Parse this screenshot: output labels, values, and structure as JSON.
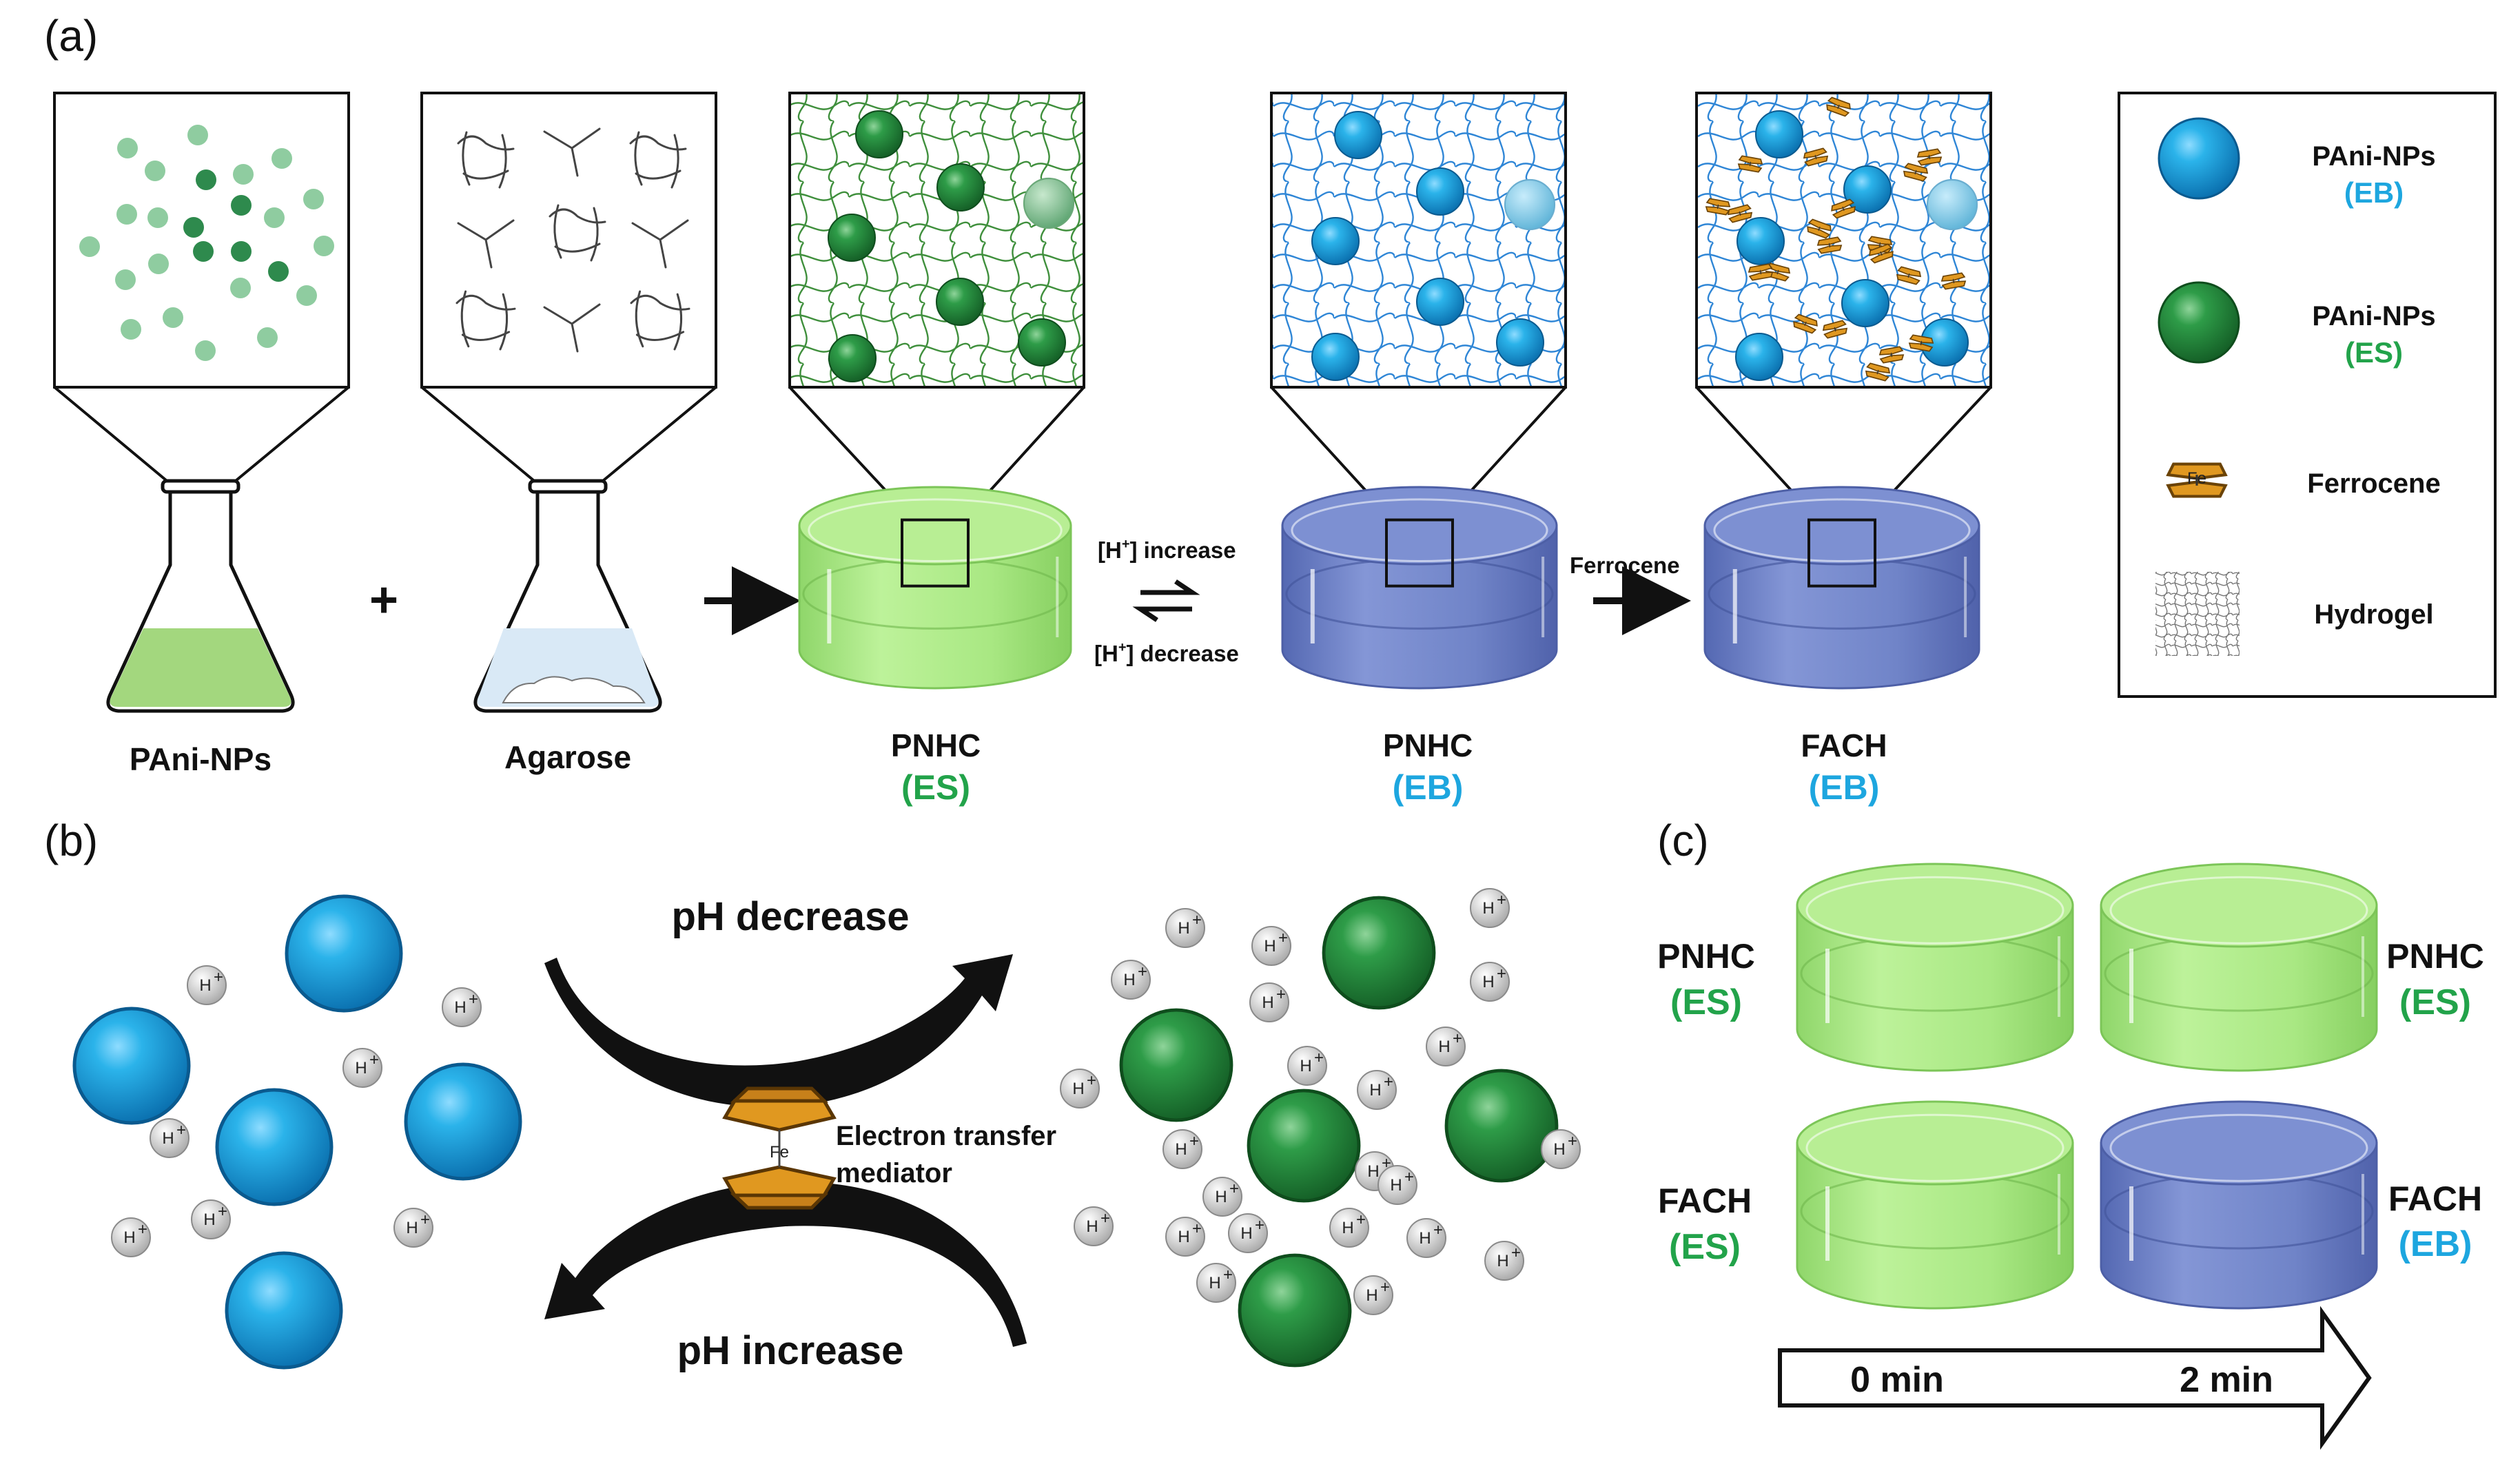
{
  "panels": {
    "a": "(a)",
    "b": "(b)",
    "c": "(c)"
  },
  "colors": {
    "eb": "#1da6df",
    "es": "#22a34a",
    "es_gel": "#a6e87c",
    "eb_gel": "#6f82c6",
    "ferrocene": "#e09820"
  },
  "panel_a": {
    "pani_label": "PAni-NPs",
    "agarose_label": "Agarose",
    "plus": "+",
    "pnhc_es": {
      "title": "PNHC",
      "state": "(ES)"
    },
    "pnhc_eb": {
      "title": "PNHC",
      "state": "(EB)"
    },
    "fach_eb": {
      "title": "FACH",
      "state": "(EB)"
    },
    "h_increase_a": "[H",
    "h_increase_sup": "+",
    "h_increase_b": "] increase",
    "h_decrease_a": "[H",
    "h_decrease_sup": "+",
    "h_decrease_b": "] decrease",
    "ferrocene_arrow": "Ferrocene"
  },
  "legend": {
    "items": [
      {
        "name": "PAni-NPs",
        "state": "(EB)",
        "icon": "blue-sphere-icon"
      },
      {
        "name": "PAni-NPs",
        "state": "(ES)",
        "icon": "green-sphere-icon"
      },
      {
        "name": "Ferrocene",
        "state": "",
        "icon": "ferrocene-icon"
      },
      {
        "name": "Hydrogel",
        "state": "",
        "icon": "hydrogel-mesh-icon"
      }
    ],
    "fe": "Fe"
  },
  "panel_b": {
    "ph_decrease": "pH decrease",
    "ph_increase": "pH increase",
    "mediator_line1": "Electron transfer",
    "mediator_line2": "mediator",
    "fe": "Fe",
    "h_ion": "H",
    "h_ion_sup": "+"
  },
  "panel_c": {
    "pnhc_left": {
      "title": "PNHC",
      "state": "(ES)"
    },
    "pnhc_right": {
      "title": "PNHC",
      "state": "(ES)"
    },
    "fach_left": {
      "title": "FACH",
      "state": "(ES)"
    },
    "fach_right": {
      "title": "FACH",
      "state": "(EB)"
    },
    "time_start": "0 min",
    "time_end": "2 min"
  }
}
